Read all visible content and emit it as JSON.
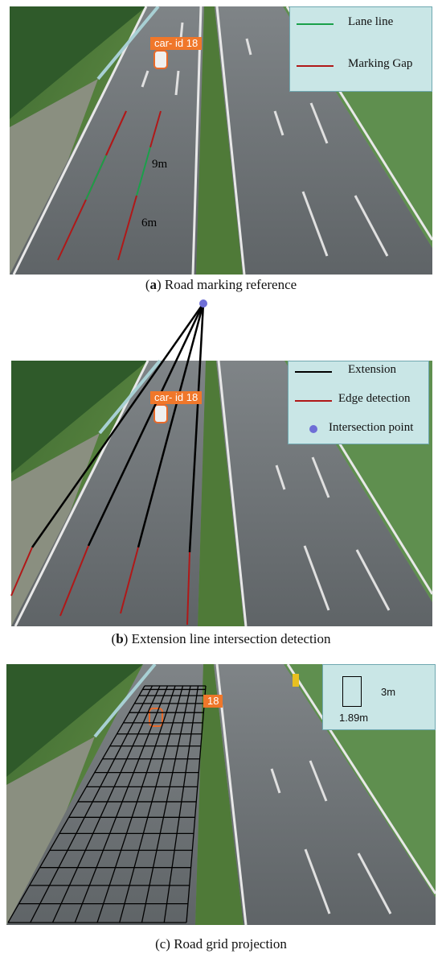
{
  "panel_a": {
    "car_label": "car- id 18",
    "legend": [
      {
        "label": "Lane line",
        "color": "#1aa04a"
      },
      {
        "label": "Marking Gap",
        "color": "#b01818"
      }
    ],
    "measure_upper": "9m",
    "measure_lower": "6m",
    "caption_letter": "a",
    "caption_text": "Road marking reference"
  },
  "panel_b": {
    "car_label": "car- id 18",
    "legend": [
      {
        "label": "Extension",
        "color": "#000000"
      },
      {
        "label": "Edge detection",
        "color": "#b01818"
      },
      {
        "label": "Intersection point",
        "color": "#6e6ed6"
      }
    ],
    "caption_letter": "b",
    "caption_text": "Extension line intersection detection"
  },
  "panel_c": {
    "car_label": "18",
    "cell_height": "3m",
    "cell_width": "1.89m",
    "caption": "(c) Road grid projection"
  }
}
